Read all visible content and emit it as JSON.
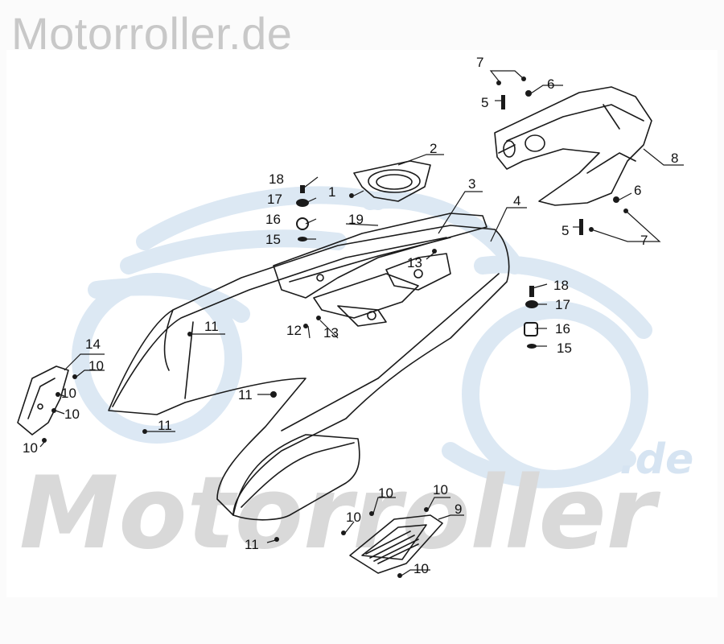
{
  "header": {
    "watermark": "Motorroller.de"
  },
  "watermark": {
    "large": "Motorroller",
    "suffix": ".de",
    "color": "#d9d9d9",
    "logo_color": "#d6e4f2"
  },
  "callouts": {
    "c1": "1",
    "c2": "2",
    "c3": "3",
    "c4": "4",
    "c5a": "5",
    "c5b": "5",
    "c6a": "6",
    "c6b": "6",
    "c7a": "7",
    "c7b": "7",
    "c8": "8",
    "c9": "9",
    "c10a": "10",
    "c10b": "10",
    "c10c": "10",
    "c10d": "10",
    "c10e": "10",
    "c10f": "10",
    "c10g": "10",
    "c10h": "10",
    "c11a": "11",
    "c11b": "11",
    "c11c": "11",
    "c11d": "11",
    "c12": "12",
    "c13a": "13",
    "c13b": "13",
    "c14": "14",
    "c15a": "15",
    "c15b": "15",
    "c16a": "16",
    "c16b": "16",
    "c17a": "17",
    "c17b": "17",
    "c18a": "18",
    "c18b": "18",
    "c19": "19"
  }
}
